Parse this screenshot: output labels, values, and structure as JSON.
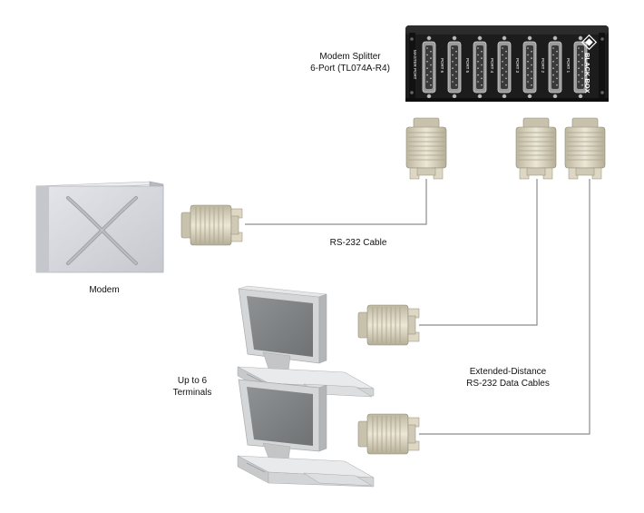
{
  "splitter": {
    "title_line1": "Modem Splitter",
    "title_line2": "6-Port (TL074A-R4)",
    "ports": [
      "PORT 1",
      "PORT 2",
      "PORT 3",
      "PORT 4",
      "PORT 5",
      "PORT 6",
      "MASTER PORT"
    ],
    "brand": "BLACK BOX",
    "body_color": "#1c1c1c"
  },
  "labels": {
    "modem": "Modem",
    "rs232_cable": "RS-232 Cable",
    "terminals_line1": "Up to 6",
    "terminals_line2": "Terminals",
    "ext_line1": "Extended-Distance",
    "ext_line2": "RS-232 Data Cables"
  },
  "colors": {
    "cable": "#8c8c8c",
    "connector": "#d9d3bf",
    "modem_face": "#d4d6dc",
    "monitor": "#c9cbcc"
  }
}
